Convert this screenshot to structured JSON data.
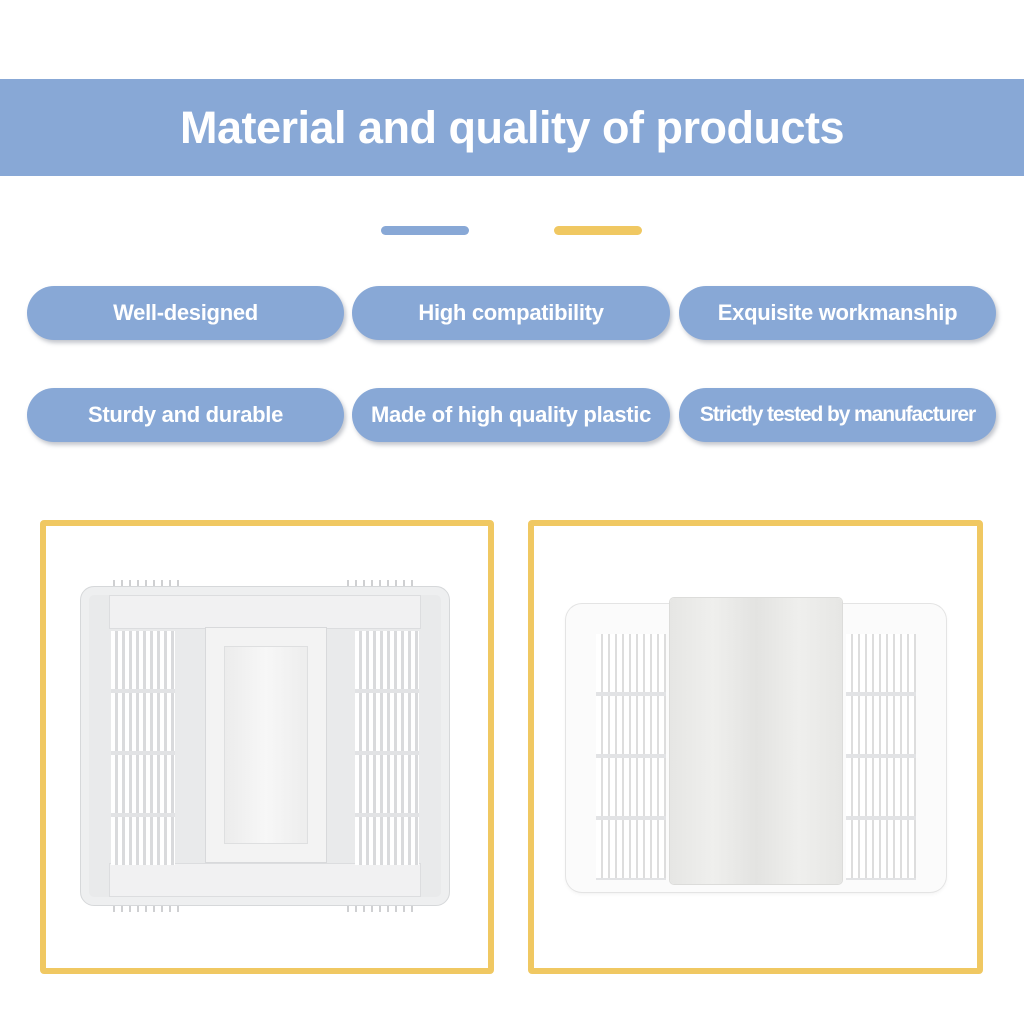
{
  "header": {
    "title": "Material and quality of products"
  },
  "dividers": [
    {
      "color": "#88a8d6"
    },
    {
      "color": "#f0c862"
    }
  ],
  "features": [
    {
      "label": "Well-designed"
    },
    {
      "label": "High compatibility"
    },
    {
      "label": "Exquisite workmanship"
    },
    {
      "label": "Sturdy and durable"
    },
    {
      "label": "Made of high quality plastic"
    },
    {
      "label": "Strictly tested by manufacturer"
    }
  ],
  "images": [
    {
      "alt": "Bathroom fan grille cover, back view"
    },
    {
      "alt": "Bathroom fan grille cover with light lens, front view"
    }
  ],
  "colors": {
    "accent_blue": "#88a8d6",
    "accent_yellow": "#f0c862",
    "text_on_accent": "#ffffff",
    "background": "#ffffff"
  }
}
